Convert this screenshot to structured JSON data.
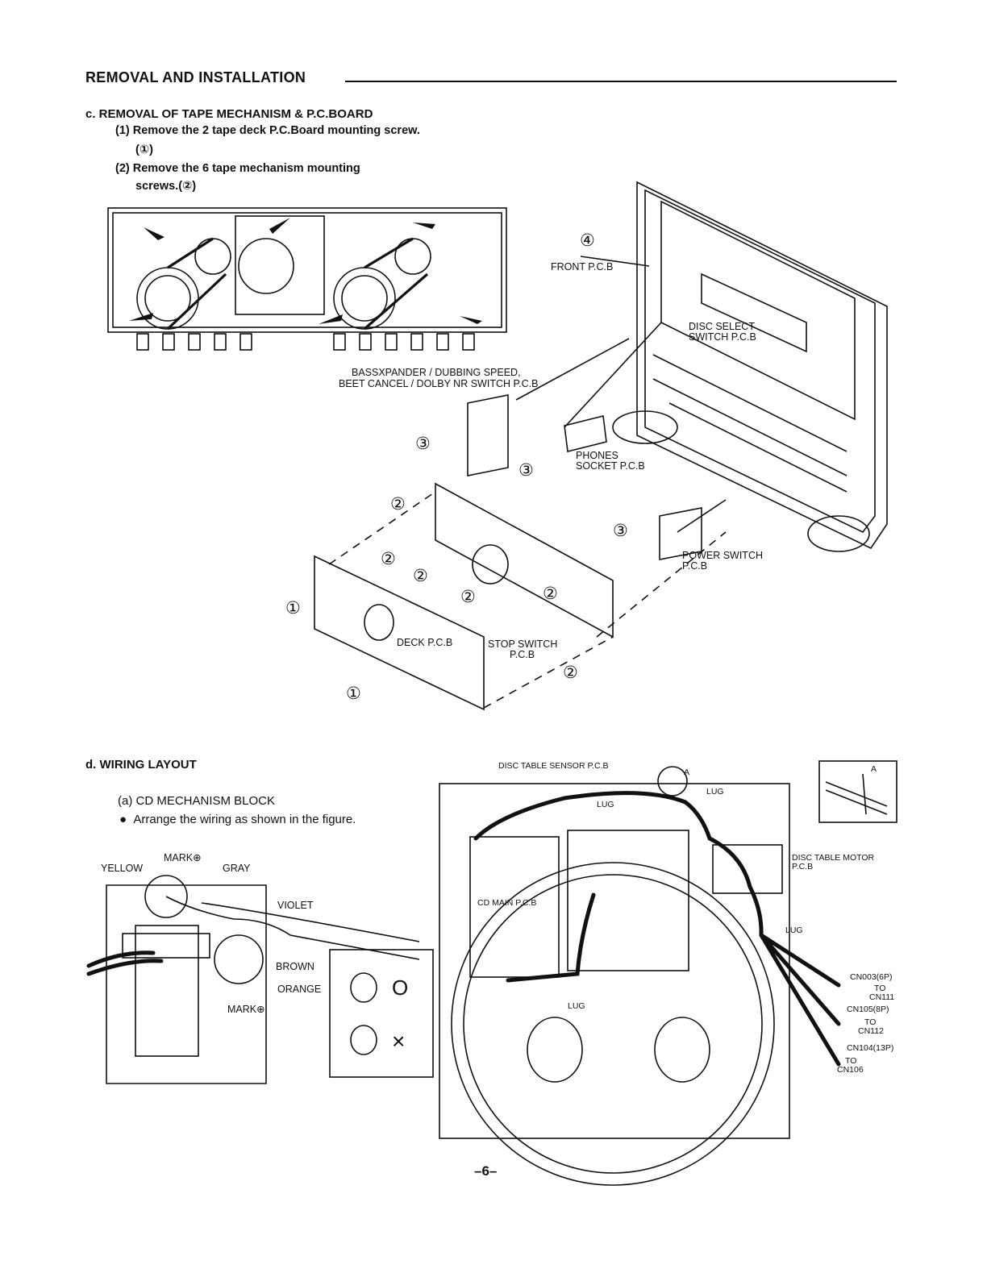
{
  "header": {
    "title": "REMOVAL AND INSTALLATION"
  },
  "tape": {
    "heading": "c. REMOVAL OF TAPE MECHANISM & P.C.BOARD",
    "step1": "(1) Remove the 2 tape deck P.C.Board mounting screw.",
    "step1_ref": "(①)",
    "step2": "(2) Remove the 6 tape mechanism mounting",
    "step2_cont": "screws.(②)",
    "labels": {
      "front_pcb": "FRONT P.C.B",
      "disc_select_1": "DISC SELECT",
      "disc_select_2": "SWITCH P.C.B",
      "bass_1": "BASSXPANDER / DUBBING SPEED,",
      "bass_2": "BEET CANCEL / DOLBY NR SWITCH P.C.B",
      "phones_1": "PHONES",
      "phones_2": "SOCKET P.C.B",
      "power_1": "POWER SWITCH",
      "power_2": "P.C.B",
      "deck_pcb": "DECK P.C.B",
      "stop_1": "STOP SWITCH",
      "stop_2": "P.C.B",
      "n1": "①",
      "n2": "②",
      "n3": "③",
      "n4": "④"
    }
  },
  "wiring": {
    "heading": "d. WIRING LAYOUT",
    "sub": "(a) CD MECHANISM BLOCK",
    "bullet": "Arrange the wiring as shown in the figure.",
    "left_labels": {
      "yellow": "YELLOW",
      "mark": "MARK⊕",
      "gray": "GRAY",
      "violet": "VIOLET",
      "brown": "BROWN",
      "orange": "ORANGE",
      "mark2": "MARK⊕",
      "ok": "O",
      "ng": "×"
    },
    "right_labels": {
      "sensor": "DISC TABLE SENSOR P.C.B",
      "a": "A",
      "lug": "LUG",
      "cd_main": "CD MAIN P.C.B",
      "motor_1": "DISC TABLE MOTOR",
      "motor_2": "P.C.B",
      "cn003": "CN003(6P)",
      "to": "TO",
      "cn111": "CN111",
      "cn105": "CN105(8P)",
      "cn112": "CN112",
      "cn104": "CN104(13P)",
      "cn106": "CN106"
    }
  },
  "footer": {
    "page": "–6–"
  }
}
